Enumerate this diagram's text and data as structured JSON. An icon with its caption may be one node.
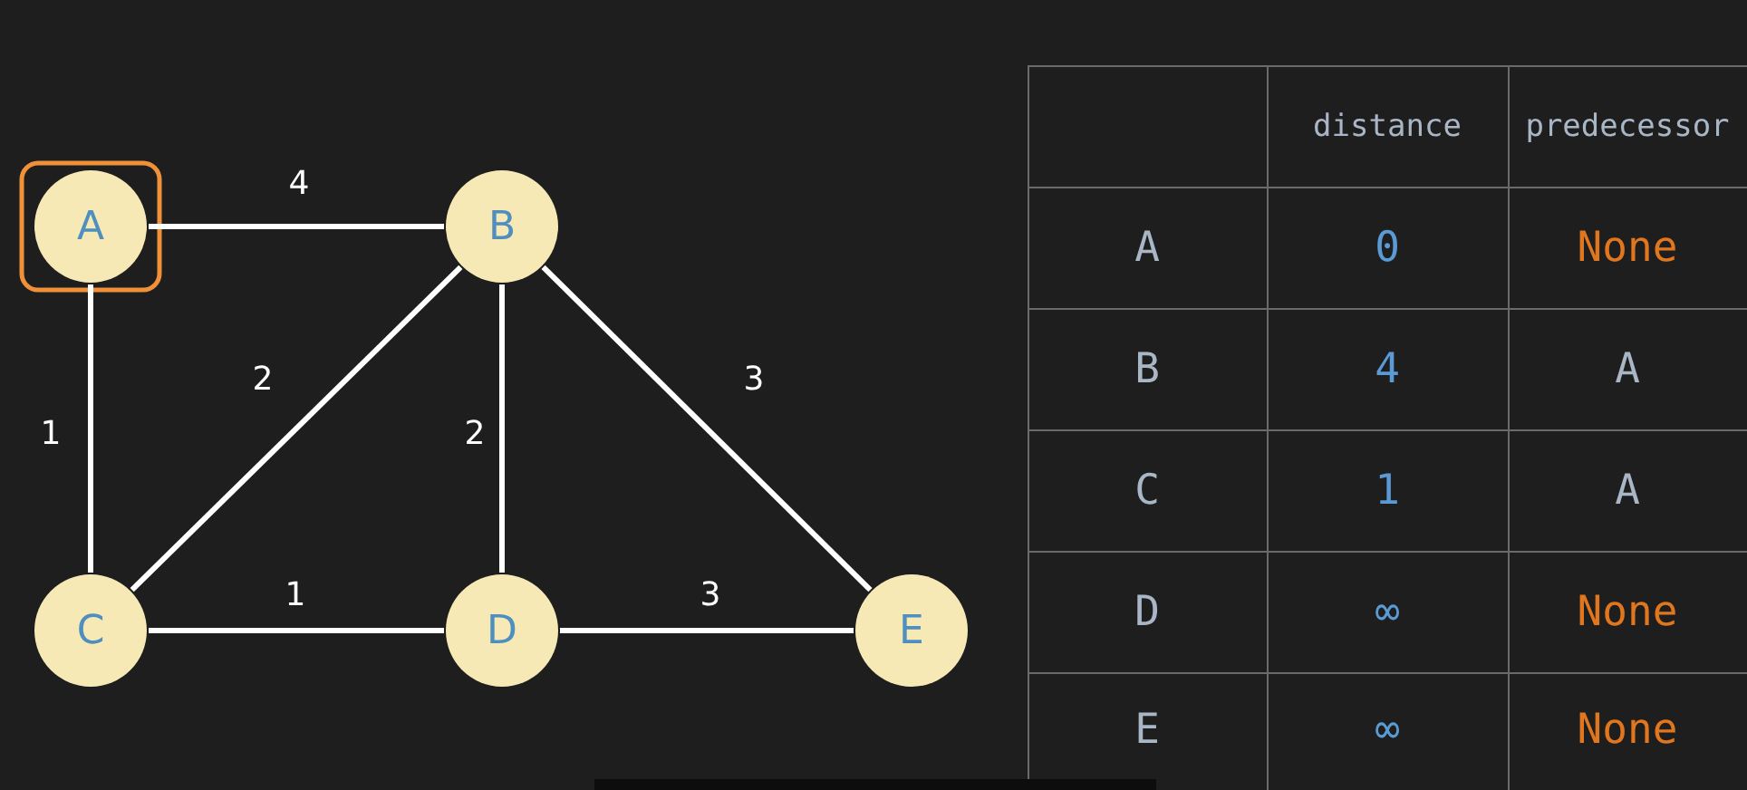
{
  "diagram": {
    "nodes": [
      {
        "text": [
          "A"
        ]
      },
      {
        "text": [
          "B"
        ]
      },
      {
        "text": [
          "C"
        ]
      },
      {
        "text": [
          "D"
        ]
      },
      {
        "text": [
          "E"
        ]
      }
    ],
    "edges": [
      {
        "from": 0,
        "to": 1,
        "arrow": "none",
        "label": "4"
      },
      {
        "from": 0,
        "to": 2,
        "arrow": "none",
        "label": "1"
      },
      {
        "from": 1,
        "to": 2,
        "arrow": "none",
        "label": "2"
      },
      {
        "from": 1,
        "to": 3,
        "arrow": "none",
        "label": "2"
      },
      {
        "from": 1,
        "to": 4,
        "arrow": "none",
        "label": "3"
      },
      {
        "from": 2,
        "to": 3,
        "arrow": "none",
        "label": "1"
      },
      {
        "from": 3,
        "to": 4,
        "arrow": "none",
        "label": "3"
      }
    ],
    "labels": [
      "distance",
      "predecessor",
      "A",
      "0",
      "None",
      "B",
      "4",
      "A",
      "C",
      "1",
      "A",
      "D",
      "∞",
      "None",
      "E",
      "∞",
      "None"
    ]
  }
}
